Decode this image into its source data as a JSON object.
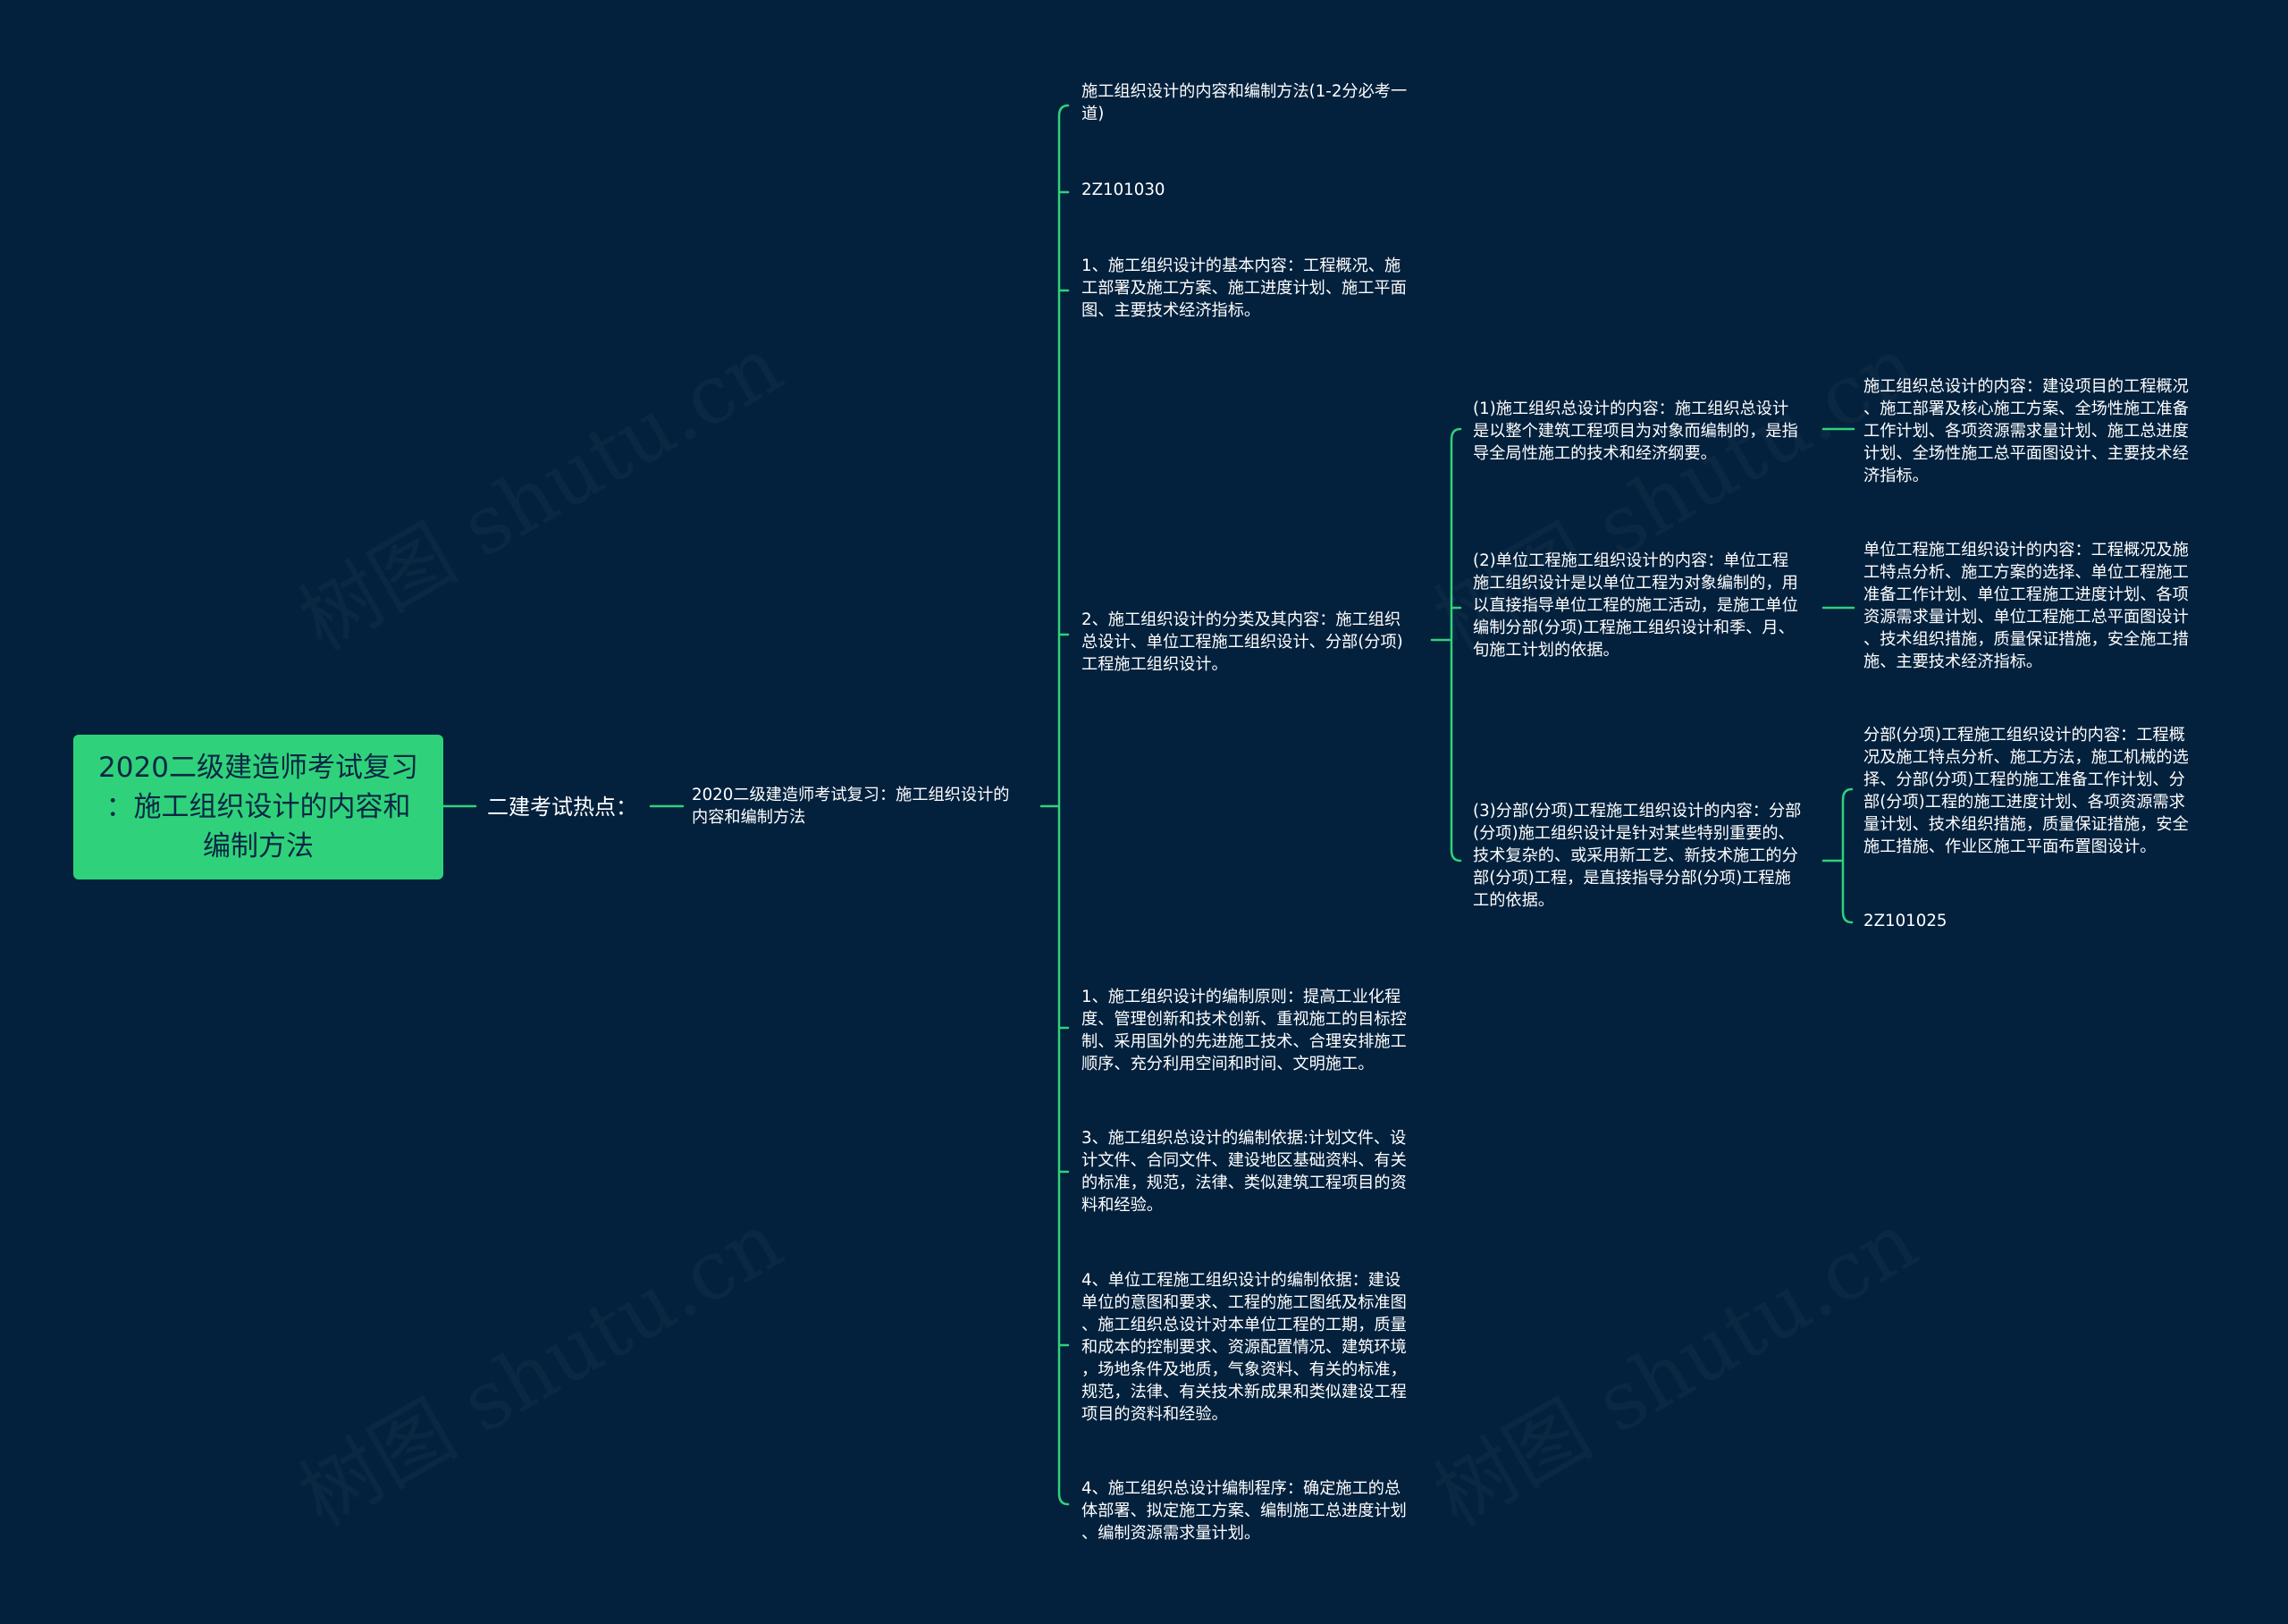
{
  "watermark": "树图 shutu.cn",
  "root": {
    "label": "2020二级建造师考试复习\n：施工组织设计的内容和\n编制方法"
  },
  "hot": {
    "label": "二建考试热点："
  },
  "mid": {
    "label": "2020二级建造师考试复习：施工组织设计的\n内容和编制方法"
  },
  "branches": {
    "b1": {
      "label": "施工组织设计的内容和编制方法(1-2分必考一\n道)"
    },
    "b2": {
      "label": "2Z101030"
    },
    "b3": {
      "label": "1、施工组织设计的基本内容：工程概况、施\n工部署及施工方案、施工进度计划、施工平面\n图、主要技术经济指标。"
    },
    "b4": {
      "label": "2、施工组织设计的分类及其内容：施工组织\n总设计、单位工程施工组织设计、分部(分项)\n工程施工组织设计。"
    },
    "b5": {
      "label": "1、施工组织设计的编制原则：提高工业化程\n度、管理创新和技术创新、重视施工的目标控\n制、采用国外的先进施工技术、合理安排施工\n顺序、充分利用空间和时间、文明施工。"
    },
    "b6": {
      "label": "3、施工组织总设计的编制依据:计划文件、设\n计文件、合同文件、建设地区基础资料、有关\n的标准，规范，法律、类似建筑工程项目的资\n料和经验。"
    },
    "b7": {
      "label": "4、单位工程施工组织设计的编制依据：建设\n单位的意图和要求、工程的施工图纸及标准图\n、施工组织总设计对本单位工程的工期，质量\n和成本的控制要求、资源配置情况、建筑环境\n，场地条件及地质，气象资料、有关的标准，\n规范，法律、有关技术新成果和类似建设工程\n项目的资料和经验。"
    },
    "b8": {
      "label": "4、施工组织总设计编制程序：确定施工的总\n体部署、拟定施工方案、编制施工总进度计划\n、编制资源需求量计划。"
    }
  },
  "sub": {
    "s1": {
      "label": "(1)施工组织总设计的内容：施工组织总设计\n是以整个建筑工程项目为对象而编制的，是指\n导全局性施工的技术和经济纲要。"
    },
    "s2": {
      "label": "(2)单位工程施工组织设计的内容：单位工程\n施工组织设计是以单位工程为对象编制的，用\n以直接指导单位工程的施工活动，是施工单位\n编制分部(分项)工程施工组织设计和季、月、\n旬施工计划的依据。"
    },
    "s3": {
      "label": "(3)分部(分项)工程施工组织设计的内容：分部\n(分项)施工组织设计是针对某些特别重要的、\n技术复杂的、或采用新工艺、新技术施工的分\n部(分项)工程，是直接指导分部(分项)工程施\n工的依据。"
    }
  },
  "leaf": {
    "l1": {
      "label": "施工组织总设计的内容：建设项目的工程概况\n、施工部署及核心施工方案、全场性施工准备\n工作计划、各项资源需求量计划、施工总进度\n计划、全场性施工总平面图设计、主要技术经\n济指标。"
    },
    "l2": {
      "label": "单位工程施工组织设计的内容：工程概况及施\n工特点分析、施工方案的选择、单位工程施工\n准备工作计划、单位工程施工进度计划、各项\n资源需求量计划、单位工程施工总平面图设计\n、技术组织措施，质量保证措施，安全施工措\n施、主要技术经济指标。"
    },
    "l3": {
      "label": "分部(分项)工程施工组织设计的内容：工程概\n况及施工特点分析、施工方法，施工机械的选\n择、分部(分项)工程的施工准备工作计划、分\n部(分项)工程的施工进度计划、各项资源需求\n量计划、技术组织措施，质量保证措施，安全\n施工措施、作业区施工平面布置图设计。"
    },
    "l4": {
      "label": "2Z101025"
    }
  },
  "colors": {
    "background": "#03213d",
    "line": "#2fd27a",
    "root_fill": "#2fd27a",
    "root_text": "#0b2745",
    "text": "#ffffff"
  }
}
